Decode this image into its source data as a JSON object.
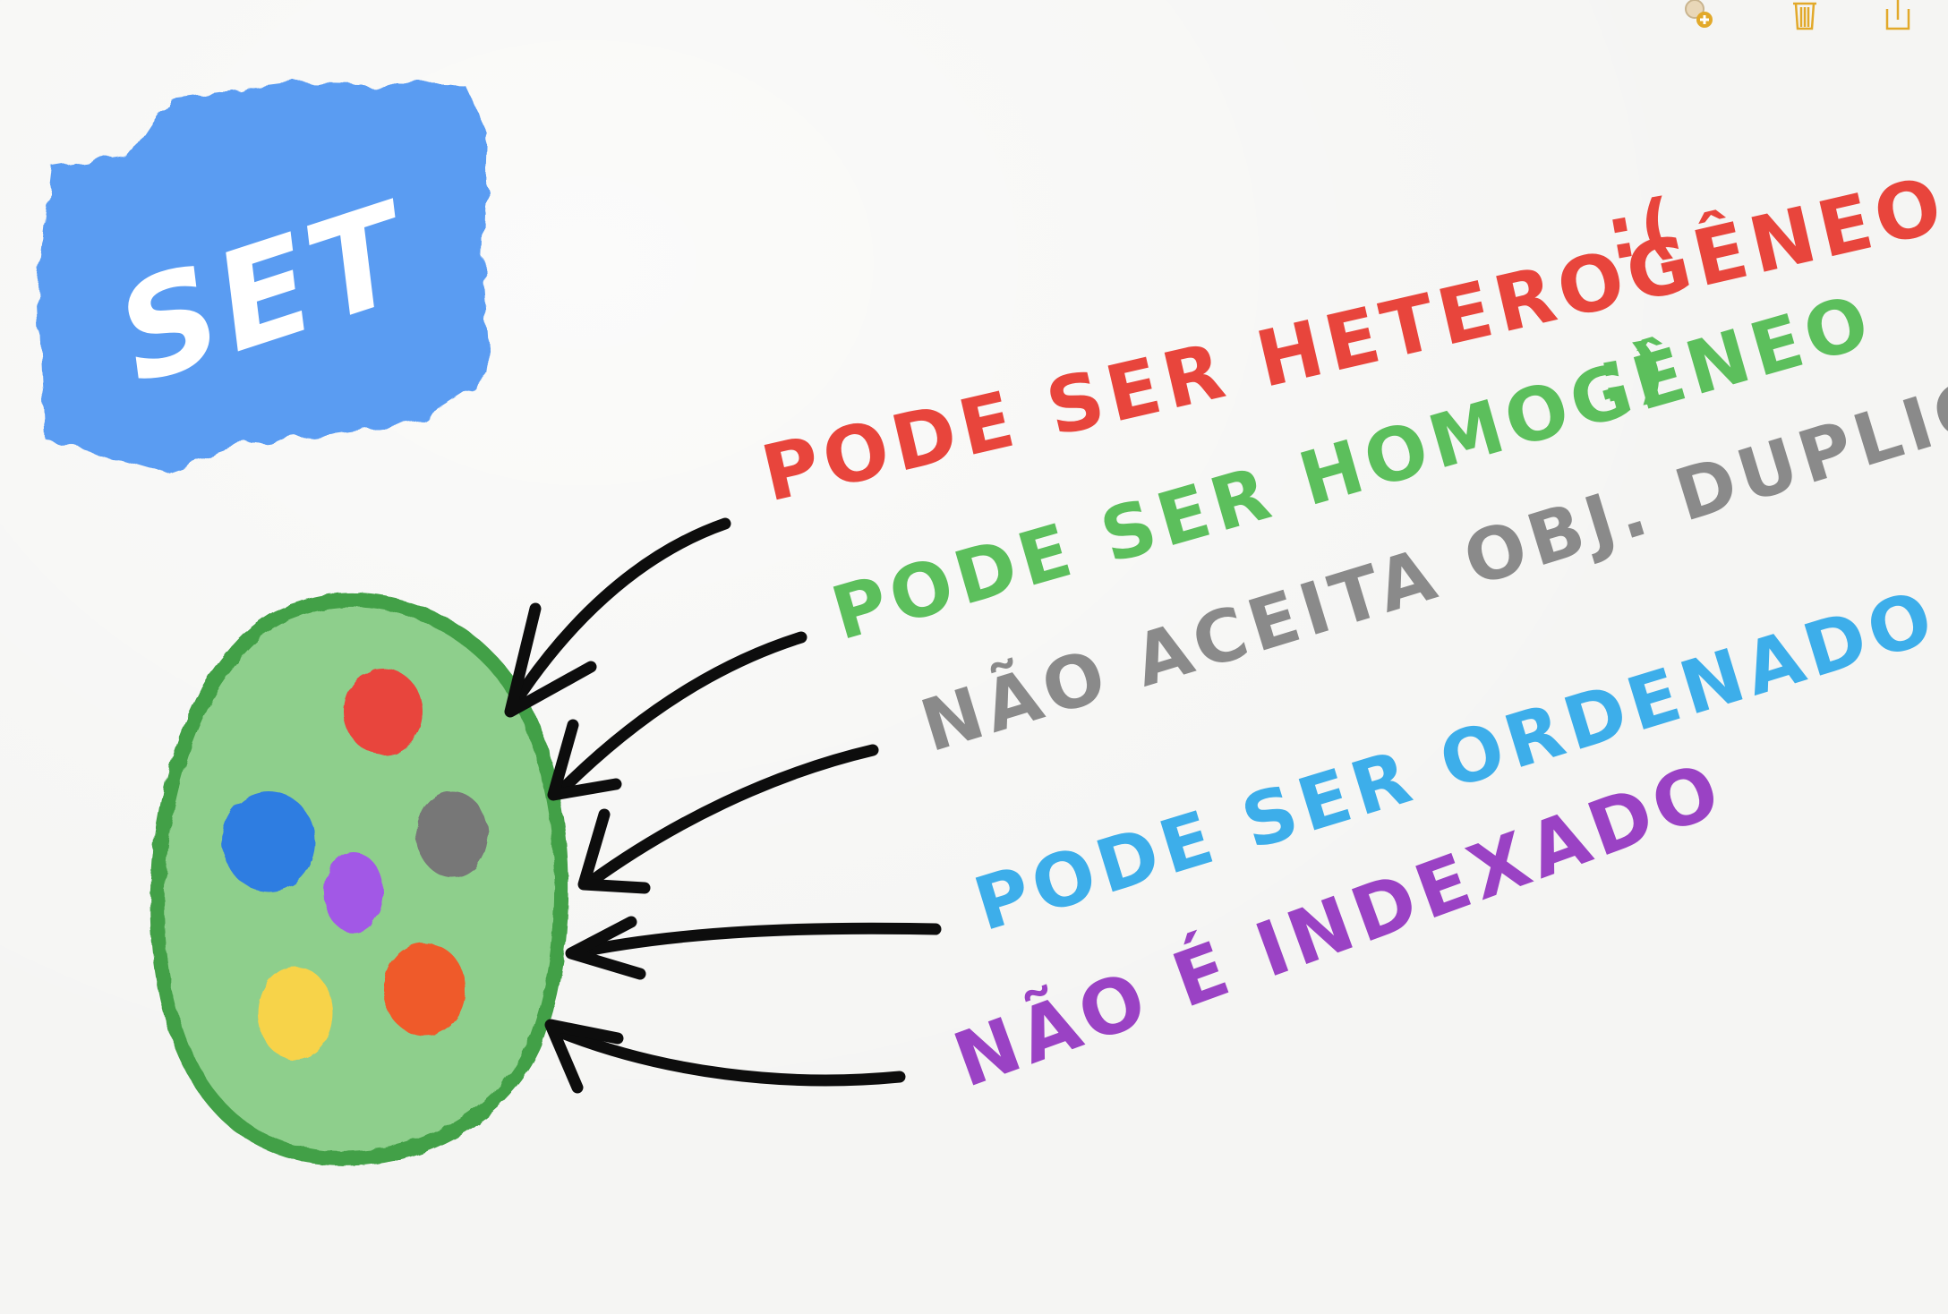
{
  "title": "SET",
  "properties": [
    {
      "text": "PODE SER HETEROGÊNEO",
      "emoticon": ":(",
      "color": "#e8453c"
    },
    {
      "text": "PODE SER HOMOGÊNEO",
      "emoticon": ":)",
      "color": "#5cbf5c"
    },
    {
      "text": "NÃO ACEITA OBJ. DUPLICADOS",
      "color": "#8a8a8a"
    },
    {
      "text": "PODE SER ORDENADO",
      "color": "#3daeea"
    },
    {
      "text": "NÃO É INDEXADO",
      "color": "#9a42c4"
    }
  ],
  "colors": {
    "title_block": "#5a9cf2",
    "title_text": "#ffffff",
    "set_fill": "#8ecf8c",
    "set_border": "#43a047",
    "arrows": "#0d0d0d",
    "dots": [
      "#e8453c",
      "#2f7de1",
      "#777777",
      "#a259e6",
      "#f7d349",
      "#ef5a2b"
    ]
  },
  "toolbar": {
    "icons": [
      "add-person-icon",
      "trash-icon",
      "share-icon"
    ]
  }
}
